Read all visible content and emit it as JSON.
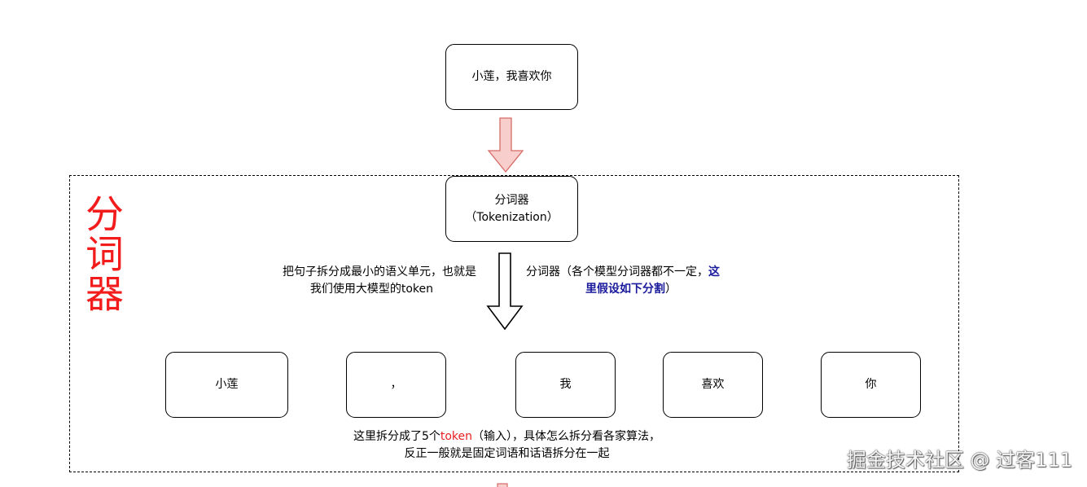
{
  "input_node": {
    "text": "小莲，我喜欢你"
  },
  "tokenizer_node": {
    "line1": "分词器",
    "line2": "（Tokenization）"
  },
  "section_label": "分词器",
  "left_note": {
    "line1": "把句子拆分成最小的语义单元，也就是",
    "line2": "我们使用大模型的token"
  },
  "right_note": {
    "prefix": "分词器（各个模型分词器都不一定，",
    "bold1": "这",
    "bold2": "里假设如下分割",
    "suffix": "）"
  },
  "tokens": [
    "小莲",
    "，",
    "我",
    "喜欢",
    "你"
  ],
  "bottom_note": {
    "line1_prefix": "这里拆分成了5个",
    "line1_token": "token",
    "line1_suffix": "（输入），具体怎么拆分看各家算法，",
    "line2": "反正一般就是固定词语和话语拆分在一起"
  },
  "watermark": "掘金技术社区 @ 过客111",
  "colors": {
    "arrow_red_fill": "#f8cecc",
    "arrow_red_stroke": "#d66b67",
    "label_red": "#f21c1c",
    "highlight_blue": "#1a1a9c"
  }
}
